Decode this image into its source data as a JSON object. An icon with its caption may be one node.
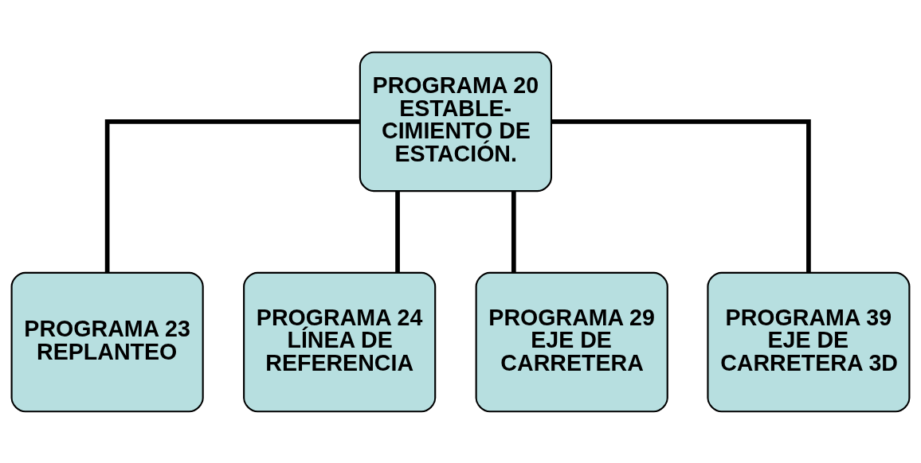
{
  "diagram": {
    "nodes": [
      {
        "text": [
          "PROGRAMA 20 ESTABLE- CIMIENTO DE ESTACIÓN."
        ]
      },
      {
        "text": [
          "PROGRAMA 23 REPLANTEO"
        ]
      },
      {
        "text": [
          "PROGRAMA 24 LÍNEA DE REFERENCIA"
        ]
      },
      {
        "text": [
          "PROGRAMA 29 EJE DE CARRETERA"
        ]
      },
      {
        "text": [
          "PROGRAMA 39 EJE DE CARRETERA 3D"
        ]
      }
    ],
    "edges": [
      {
        "from": 0,
        "to": 1,
        "arrow": "none"
      },
      {
        "from": 0,
        "to": 2,
        "arrow": "none"
      },
      {
        "from": 0,
        "to": 3,
        "arrow": "none"
      },
      {
        "from": 0,
        "to": 4,
        "arrow": "none"
      }
    ]
  }
}
